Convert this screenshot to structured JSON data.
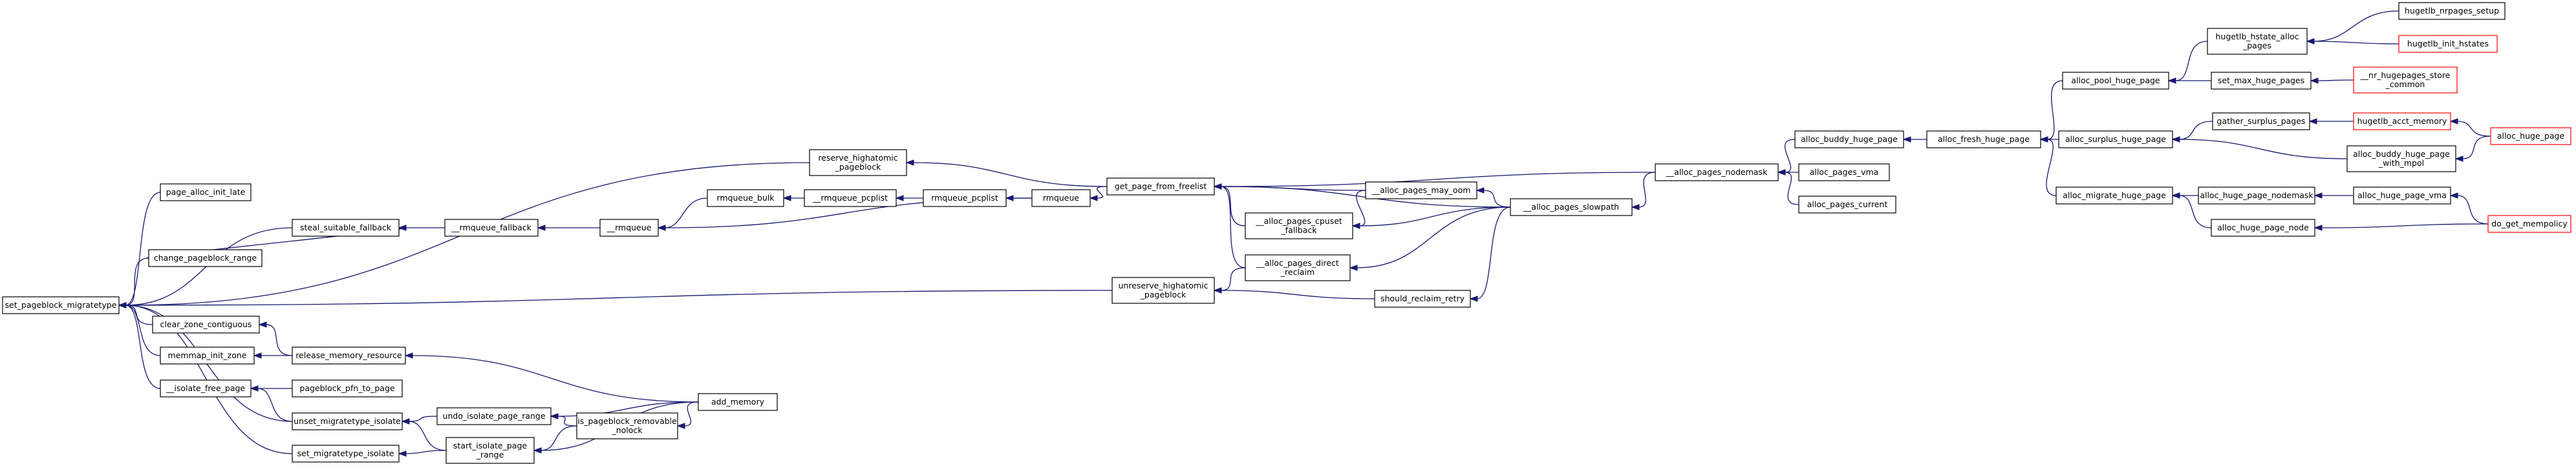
{
  "graph": {
    "colors": {
      "edge": "#191970",
      "node_border": "#000000",
      "root_fill": "#bfbfbf",
      "missing_border": "#ff0000"
    },
    "nodes": [
      {
        "id": "root",
        "lines": [
          "set_pageblock_migratetype"
        ],
        "root": true
      },
      {
        "id": "pgalloc_late",
        "lines": [
          "page_alloc_init_late"
        ]
      },
      {
        "id": "steal",
        "lines": [
          "steal_suitable_fallback"
        ]
      },
      {
        "id": "change_pb",
        "lines": [
          "change_pageblock_range"
        ]
      },
      {
        "id": "clear_zone",
        "lines": [
          "clear_zone_contiguous"
        ]
      },
      {
        "id": "memmap_init",
        "lines": [
          "memmap_init_zone"
        ]
      },
      {
        "id": "isolate_free",
        "lines": [
          "__isolate_free_page"
        ]
      },
      {
        "id": "unset_mt",
        "lines": [
          "unset_migratetype_isolate"
        ]
      },
      {
        "id": "set_mt",
        "lines": [
          "set_migratetype_isolate"
        ]
      },
      {
        "id": "release_mem",
        "lines": [
          "release_memory_resource"
        ]
      },
      {
        "id": "pfn_to_page",
        "lines": [
          "pageblock_pfn_to_page"
        ]
      },
      {
        "id": "undo_iso",
        "lines": [
          "undo_isolate_page_range"
        ]
      },
      {
        "id": "start_iso",
        "lines": [
          "start_isolate_page",
          "_range"
        ]
      },
      {
        "id": "is_pb_rem",
        "lines": [
          "is_pageblock_removable",
          "_nolock"
        ]
      },
      {
        "id": "add_memory",
        "lines": [
          "add_memory"
        ]
      },
      {
        "id": "rmq_fallback",
        "lines": [
          "__rmqueue_fallback"
        ]
      },
      {
        "id": "__rmqueue",
        "lines": [
          "__rmqueue"
        ]
      },
      {
        "id": "rmq_bulk",
        "lines": [
          "rmqueue_bulk"
        ]
      },
      {
        "id": "__rmq_pcp",
        "lines": [
          "__rmqueue_pcplist"
        ]
      },
      {
        "id": "rmq_pcp",
        "lines": [
          "rmqueue_pcplist"
        ]
      },
      {
        "id": "rmqueue",
        "lines": [
          "rmqueue"
        ]
      },
      {
        "id": "reserve_ha",
        "lines": [
          "reserve_highatomic",
          "_pageblock"
        ]
      },
      {
        "id": "unreserve_ha",
        "lines": [
          "unreserve_highatomic",
          "_pageblock"
        ]
      },
      {
        "id": "gpff",
        "lines": [
          "get_page_from_freelist"
        ]
      },
      {
        "id": "may_oom",
        "lines": [
          "__alloc_pages_may_oom"
        ]
      },
      {
        "id": "cpuset_fb",
        "lines": [
          "__alloc_pages_cpuset",
          "_fallback"
        ]
      },
      {
        "id": "direct_rec",
        "lines": [
          "__alloc_pages_direct",
          "_reclaim"
        ]
      },
      {
        "id": "should_rr",
        "lines": [
          "should_reclaim_retry"
        ]
      },
      {
        "id": "slowpath",
        "lines": [
          "__alloc_pages_slowpath"
        ]
      },
      {
        "id": "nodemask",
        "lines": [
          "__alloc_pages_nodemask"
        ]
      },
      {
        "id": "buddy_huge",
        "lines": [
          "alloc_buddy_huge_page"
        ]
      },
      {
        "id": "pages_vma",
        "lines": [
          "alloc_pages_vma"
        ]
      },
      {
        "id": "pages_cur",
        "lines": [
          "alloc_pages_current"
        ]
      },
      {
        "id": "fresh_huge",
        "lines": [
          "alloc_fresh_huge_page"
        ]
      },
      {
        "id": "pool_huge",
        "lines": [
          "alloc_pool_huge_page"
        ]
      },
      {
        "id": "surplus_huge",
        "lines": [
          "alloc_surplus_huge_page"
        ]
      },
      {
        "id": "migrate_huge",
        "lines": [
          "alloc_migrate_huge_page"
        ]
      },
      {
        "id": "hstate_alloc",
        "lines": [
          "hugetlb_hstate_alloc",
          "_pages"
        ]
      },
      {
        "id": "set_max_huge",
        "lines": [
          "set_max_huge_pages"
        ]
      },
      {
        "id": "gather_surplus",
        "lines": [
          "gather_surplus_pages"
        ]
      },
      {
        "id": "buddy_mpol",
        "lines": [
          "alloc_buddy_huge_page",
          "_with_mpol"
        ]
      },
      {
        "id": "huge_nodemask",
        "lines": [
          "alloc_huge_page_nodemask"
        ]
      },
      {
        "id": "huge_node",
        "lines": [
          "alloc_huge_page_node"
        ]
      },
      {
        "id": "nrpages_setup",
        "lines": [
          "hugetlb_nrpages_setup"
        ]
      },
      {
        "id": "init_hstates",
        "lines": [
          "hugetlb_init_hstates"
        ],
        "missing": true
      },
      {
        "id": "nr_store",
        "lines": [
          "__nr_hugepages_store",
          "_common"
        ],
        "missing": true
      },
      {
        "id": "acct_memory",
        "lines": [
          "hugetlb_acct_memory"
        ],
        "missing": true
      },
      {
        "id": "alloc_huge_page",
        "lines": [
          "alloc_huge_page"
        ],
        "missing": true
      },
      {
        "id": "huge_page_vma",
        "lines": [
          "alloc_huge_page_vma"
        ]
      },
      {
        "id": "do_get_mempolicy",
        "lines": [
          "do_get_mempolicy"
        ],
        "missing": true
      }
    ],
    "edges": [
      [
        "pgalloc_late",
        "root"
      ],
      [
        "steal",
        "root"
      ],
      [
        "change_pb",
        "root"
      ],
      [
        "clear_zone",
        "root"
      ],
      [
        "memmap_init",
        "root"
      ],
      [
        "isolate_free",
        "root"
      ],
      [
        "unset_mt",
        "root"
      ],
      [
        "set_mt",
        "root"
      ],
      [
        "reserve_ha",
        "root"
      ],
      [
        "unreserve_ha",
        "root"
      ],
      [
        "change_pb",
        "steal"
      ],
      [
        "rmq_fallback",
        "steal"
      ],
      [
        "__rmqueue",
        "rmq_fallback"
      ],
      [
        "rmq_bulk",
        "__rmqueue"
      ],
      [
        "rmqueue",
        "__rmqueue"
      ],
      [
        "__rmq_pcp",
        "rmq_bulk"
      ],
      [
        "rmq_pcp",
        "__rmq_pcp"
      ],
      [
        "rmqueue",
        "rmq_pcp"
      ],
      [
        "gpff",
        "rmqueue"
      ],
      [
        "gpff",
        "reserve_ha"
      ],
      [
        "may_oom",
        "gpff"
      ],
      [
        "cpuset_fb",
        "gpff"
      ],
      [
        "direct_rec",
        "gpff"
      ],
      [
        "slowpath",
        "gpff"
      ],
      [
        "nodemask",
        "gpff"
      ],
      [
        "direct_rec",
        "unreserve_ha"
      ],
      [
        "should_rr",
        "unreserve_ha"
      ],
      [
        "slowpath",
        "may_oom"
      ],
      [
        "may_oom",
        "cpuset_fb"
      ],
      [
        "slowpath",
        "cpuset_fb"
      ],
      [
        "slowpath",
        "direct_rec"
      ],
      [
        "slowpath",
        "should_rr"
      ],
      [
        "nodemask",
        "slowpath"
      ],
      [
        "buddy_huge",
        "nodemask"
      ],
      [
        "pages_vma",
        "nodemask"
      ],
      [
        "pages_cur",
        "nodemask"
      ],
      [
        "fresh_huge",
        "buddy_huge"
      ],
      [
        "pool_huge",
        "fresh_huge"
      ],
      [
        "surplus_huge",
        "fresh_huge"
      ],
      [
        "migrate_huge",
        "fresh_huge"
      ],
      [
        "hstate_alloc",
        "pool_huge"
      ],
      [
        "set_max_huge",
        "pool_huge"
      ],
      [
        "gather_surplus",
        "surplus_huge"
      ],
      [
        "buddy_mpol",
        "surplus_huge"
      ],
      [
        "huge_nodemask",
        "migrate_huge"
      ],
      [
        "huge_node",
        "migrate_huge"
      ],
      [
        "nrpages_setup",
        "hstate_alloc"
      ],
      [
        "init_hstates",
        "hstate_alloc"
      ],
      [
        "nr_store",
        "set_max_huge"
      ],
      [
        "acct_memory",
        "gather_surplus"
      ],
      [
        "alloc_huge_page",
        "acct_memory"
      ],
      [
        "alloc_huge_page",
        "buddy_mpol"
      ],
      [
        "huge_page_vma",
        "huge_nodemask"
      ],
      [
        "do_get_mempolicy",
        "huge_page_vma"
      ],
      [
        "do_get_mempolicy",
        "huge_node"
      ],
      [
        "release_mem",
        "clear_zone"
      ],
      [
        "release_mem",
        "memmap_init"
      ],
      [
        "add_memory",
        "release_mem"
      ],
      [
        "pfn_to_page",
        "isolate_free"
      ],
      [
        "unset_mt",
        "isolate_free"
      ],
      [
        "undo_iso",
        "unset_mt"
      ],
      [
        "start_iso",
        "unset_mt"
      ],
      [
        "start_iso",
        "set_mt"
      ],
      [
        "is_pb_rem",
        "undo_iso"
      ],
      [
        "add_memory",
        "undo_iso"
      ],
      [
        "is_pb_rem",
        "start_iso"
      ],
      [
        "add_memory",
        "start_iso"
      ],
      [
        "add_memory",
        "is_pb_rem"
      ]
    ]
  }
}
